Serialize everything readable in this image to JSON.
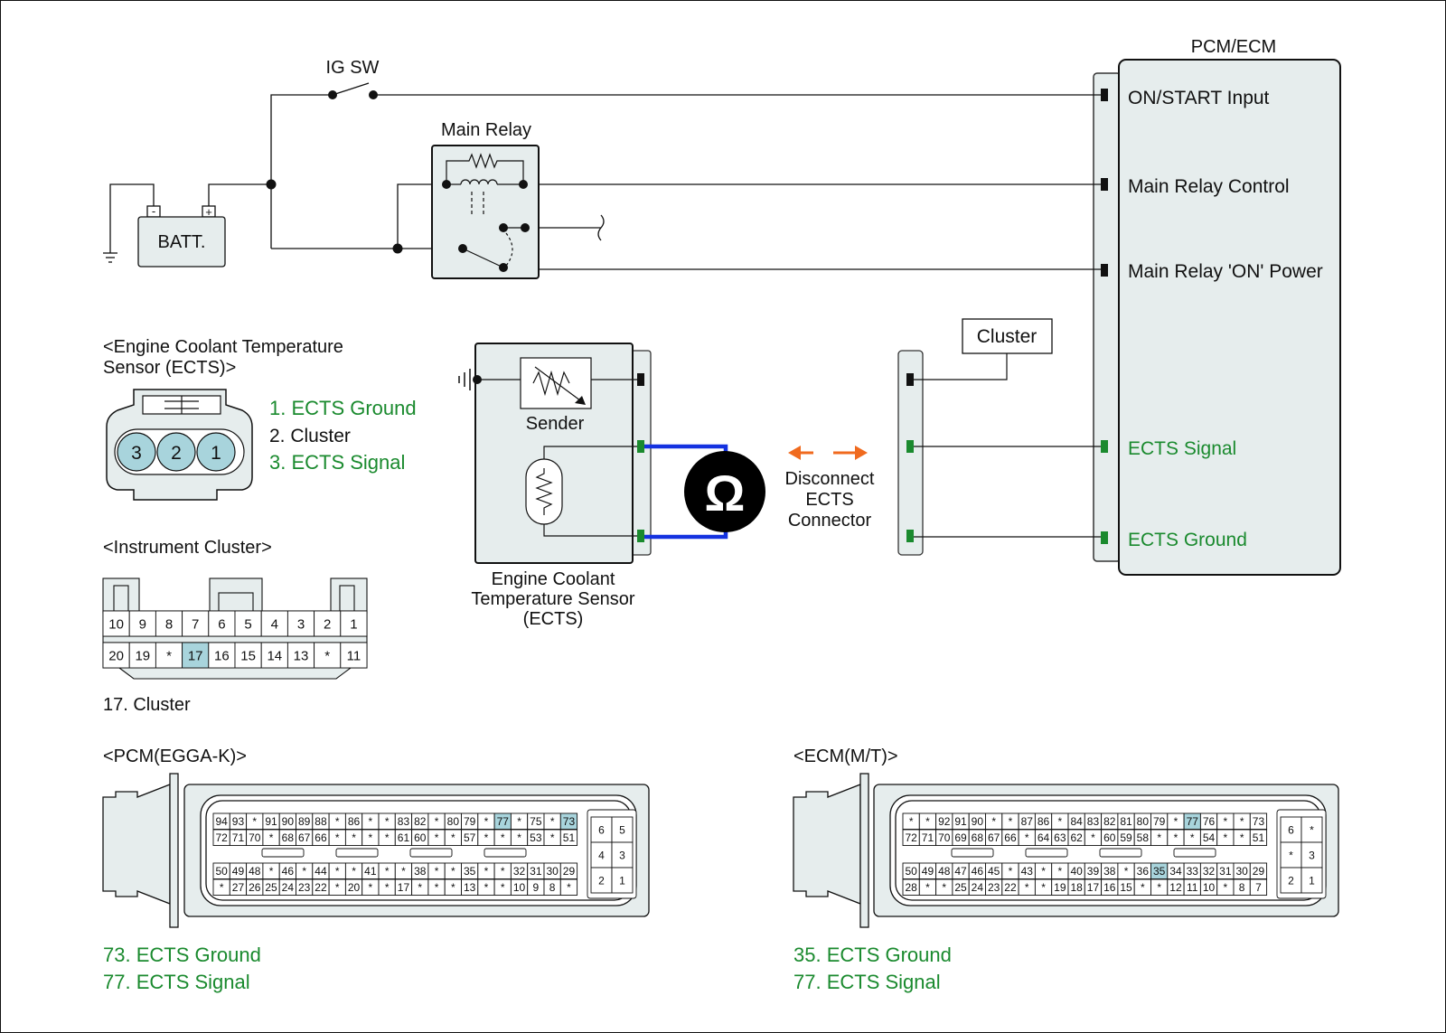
{
  "colors": {
    "green": "#1a8a2e",
    "black": "#111111",
    "blue": "#1432e0",
    "orange": "#f06a1e",
    "box_fill": "#e6eded",
    "pin_fill": "#a8d4dc",
    "highlight": "#a8d4dc"
  },
  "pcm_ecm": {
    "title": "PCM/ECM",
    "pins": {
      "on_start": "ON/START Input",
      "main_relay_control": "Main Relay Control",
      "main_relay_on_power": "Main Relay 'ON' Power",
      "ects_signal": "ECTS Signal",
      "ects_ground": "ECTS Ground"
    }
  },
  "ig_sw": "IG SW",
  "main_relay": "Main Relay",
  "battery": {
    "label": "BATT.",
    "minus": "-",
    "plus": "+"
  },
  "cluster_box": "Cluster",
  "sender": "Sender",
  "ects_connector": {
    "title_line1": "<Engine Coolant Temperature",
    "title_line2": "Sensor (ECTS)>",
    "pins": [
      "3",
      "2",
      "1"
    ],
    "legend": [
      {
        "text": "1. ECTS Ground",
        "color": "green"
      },
      {
        "text": "2. Cluster",
        "color": "black"
      },
      {
        "text": "3. ECTS Signal",
        "color": "green"
      }
    ]
  },
  "sensor_caption": [
    "Engine Coolant",
    "Temperature Sensor",
    "(ECTS)"
  ],
  "ohm_symbol": "Ω",
  "disconnect": [
    "Disconnect",
    "ECTS",
    "Connector"
  ],
  "instrument_cluster": {
    "title": "<Instrument Cluster>",
    "row1": [
      "10",
      "9",
      "8",
      "7",
      "6",
      "5",
      "4",
      "3",
      "2",
      "1"
    ],
    "row2": [
      "20",
      "19",
      "*",
      "17",
      "16",
      "15",
      "14",
      "13",
      "*",
      "11"
    ],
    "highlight": [
      "17"
    ],
    "legend": "17. Cluster"
  },
  "pcm_connector": {
    "title": "<PCM(EGGA-K)>",
    "rows": [
      [
        "94",
        "93",
        "*",
        "91",
        "90",
        "89",
        "88",
        "*",
        "86",
        "*",
        "*",
        "83",
        "82",
        "*",
        "80",
        "79",
        "*",
        "77",
        "*",
        "75",
        "*",
        "73"
      ],
      [
        "72",
        "71",
        "70",
        "*",
        "68",
        "67",
        "66",
        "*",
        "*",
        "*",
        "*",
        "61",
        "60",
        "*",
        "*",
        "57",
        "*",
        "*",
        "*",
        "53",
        "*",
        "51"
      ],
      [
        "50",
        "49",
        "48",
        "*",
        "46",
        "*",
        "44",
        "*",
        "*",
        "41",
        "*",
        "*",
        "38",
        "*",
        "*",
        "35",
        "*",
        "*",
        "32",
        "31",
        "30",
        "29"
      ],
      [
        "*",
        "27",
        "26",
        "25",
        "24",
        "23",
        "22",
        "*",
        "20",
        "*",
        "*",
        "17",
        "*",
        "*",
        "*",
        "13",
        "*",
        "*",
        "10",
        "9",
        "8",
        "*"
      ]
    ],
    "side": [
      [
        "6",
        "5"
      ],
      [
        "4",
        "3"
      ],
      [
        "2",
        "1"
      ]
    ],
    "highlight": [
      "77",
      "73"
    ],
    "legend": [
      "73. ECTS Ground",
      "77. ECTS Signal"
    ]
  },
  "ecm_connector": {
    "title": "<ECM(M/T)>",
    "rows": [
      [
        "*",
        "*",
        "92",
        "91",
        "90",
        "*",
        "*",
        "87",
        "86",
        "*",
        "84",
        "83",
        "82",
        "81",
        "80",
        "79",
        "*",
        "77",
        "76",
        "*",
        "*",
        "73"
      ],
      [
        "72",
        "71",
        "70",
        "69",
        "68",
        "67",
        "66",
        "*",
        "64",
        "63",
        "62",
        "*",
        "60",
        "59",
        "58",
        "*",
        "*",
        "*",
        "54",
        "*",
        "*",
        "51"
      ],
      [
        "50",
        "49",
        "48",
        "47",
        "46",
        "45",
        "*",
        "43",
        "*",
        "*",
        "40",
        "39",
        "38",
        "*",
        "36",
        "35",
        "34",
        "33",
        "32",
        "31",
        "30",
        "29"
      ],
      [
        "28",
        "*",
        "*",
        "25",
        "24",
        "23",
        "22",
        "*",
        "*",
        "19",
        "18",
        "17",
        "16",
        "15",
        "*",
        "*",
        "12",
        "11",
        "10",
        "*",
        "8",
        "7"
      ]
    ],
    "side": [
      [
        "6",
        "*"
      ],
      [
        "*",
        "3"
      ],
      [
        "2",
        "1"
      ]
    ],
    "highlight": [
      "77",
      "35"
    ],
    "legend": [
      "35. ECTS Ground",
      "77. ECTS Signal"
    ]
  }
}
